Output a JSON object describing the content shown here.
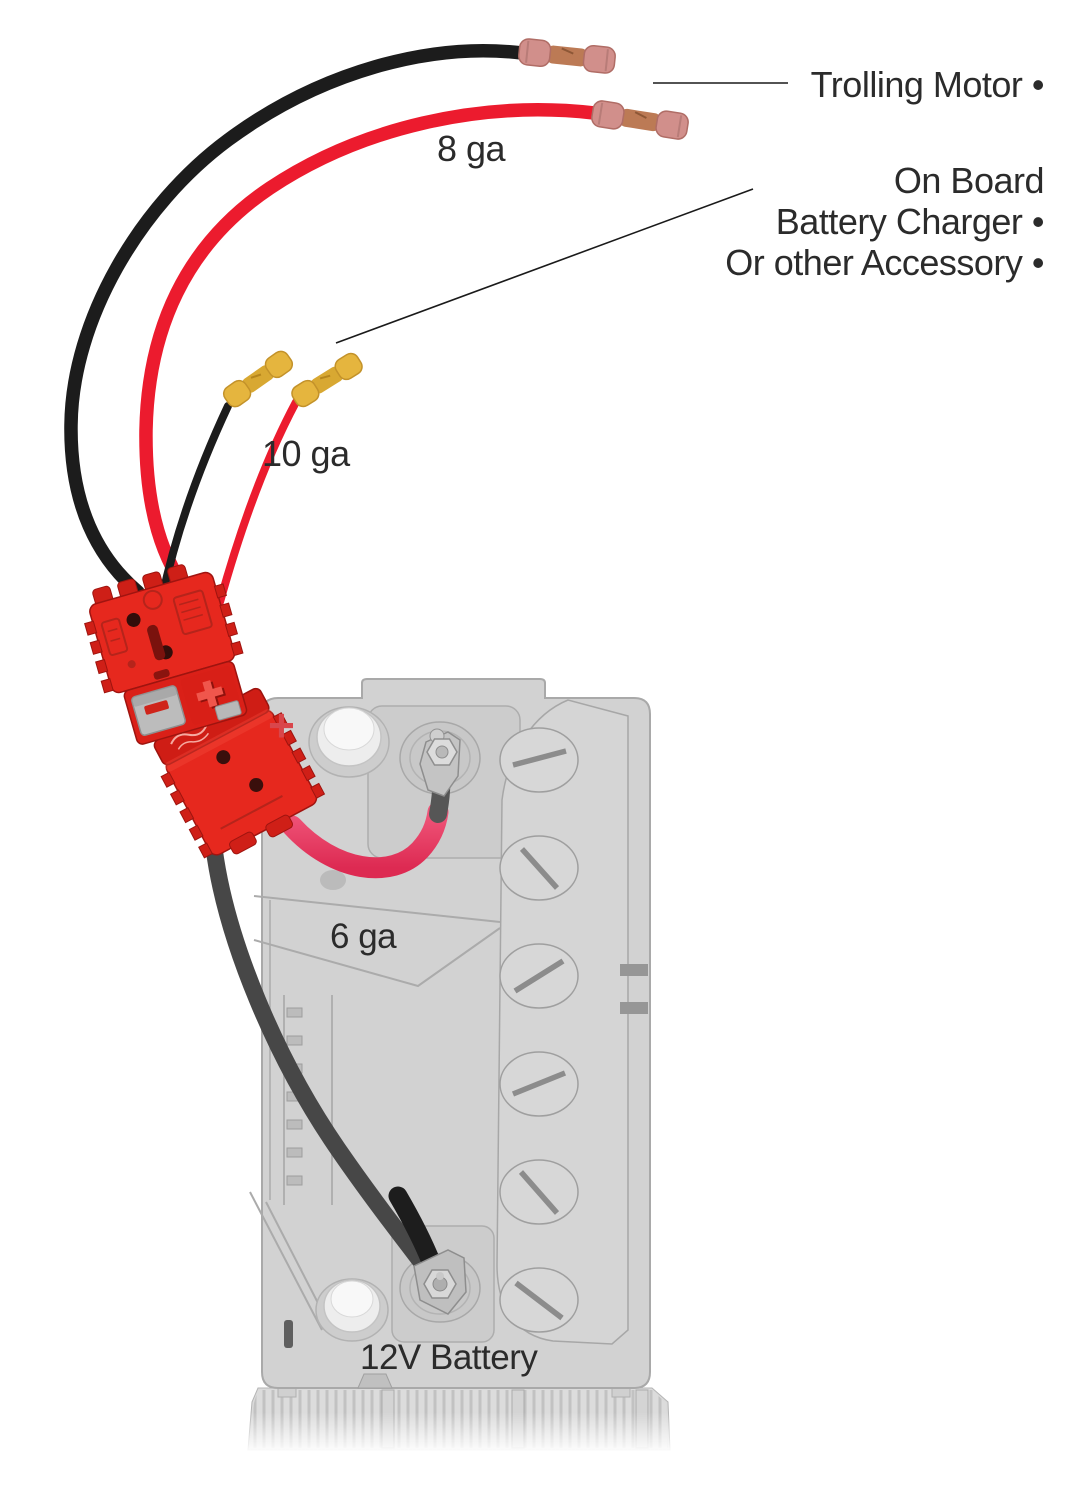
{
  "labels": {
    "trolling_motor": "Trolling Motor •",
    "on_board_1": "On Board",
    "on_board_2": "Battery Charger •",
    "on_board_3": "Or other Accessory •",
    "gauge_8": "8 ga",
    "gauge_10": "10 ga",
    "gauge_6": "6 ga",
    "battery": "12V Battery",
    "positive_symbol": "+"
  },
  "colors": {
    "background": "#ffffff",
    "text": "#2b2b2b",
    "callout_line": "#1a1a1a",
    "wire_red": "#ec1b2e",
    "wire_black": "#1c1c1c",
    "cable_positive_red": "#e8395e",
    "cable_negative_gray": "#474747",
    "connector_red": "#e6281e",
    "butt_connector_pink": "#d18f8b",
    "butt_connector_yellow": "#e3b23d",
    "battery_gray": "#d2d2d2",
    "battery_plus_red": "#d9464b"
  },
  "components": {
    "upper_connector": "quick-disconnect-plug-harness-side",
    "lower_connector": "quick-disconnect-plug-battery-side",
    "battery": "12v-battery-top-view"
  }
}
